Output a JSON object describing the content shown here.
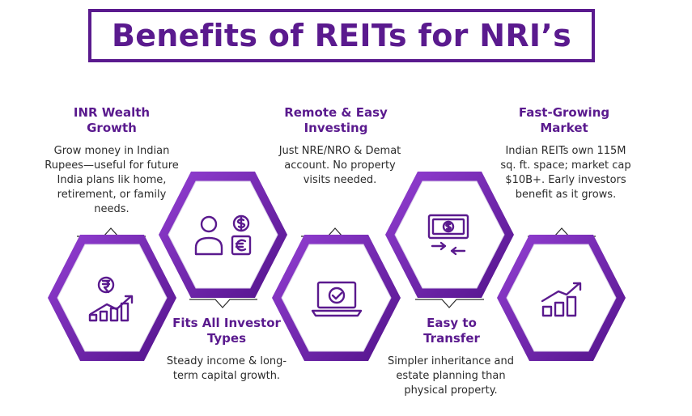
{
  "title": "Benefits of REITs for NRI’s",
  "colors": {
    "primary": "#5a1a8e",
    "primary_light": "#8a35c9",
    "hex_light": "#dcd3ea",
    "text": "#2b2b2b"
  },
  "items": [
    {
      "heading": "INR Wealth Growth",
      "text": "Grow money in Indian Rupees—useful for future India plans lik home, retirement, or family needs.",
      "icon": "rupee-growth-chart-icon"
    },
    {
      "heading": "Fits All Investor Types",
      "text": "Steady income & long-term capital growth.",
      "icon": "person-currency-icon"
    },
    {
      "heading": "Remote & Easy Investing",
      "text": "Just NRE/NRO & Demat account. No property visits needed.",
      "icon": "laptop-check-icon"
    },
    {
      "heading": "Easy to Transfer",
      "text": "Simpler inheritance and estate planning than physical property.",
      "icon": "money-transfer-icon"
    },
    {
      "heading": "Fast-Growing Market",
      "text": "Indian REITs own 115M sq. ft. space; market cap $10B+. Early investors benefit as it grows.",
      "icon": "growth-chart-icon"
    }
  ]
}
